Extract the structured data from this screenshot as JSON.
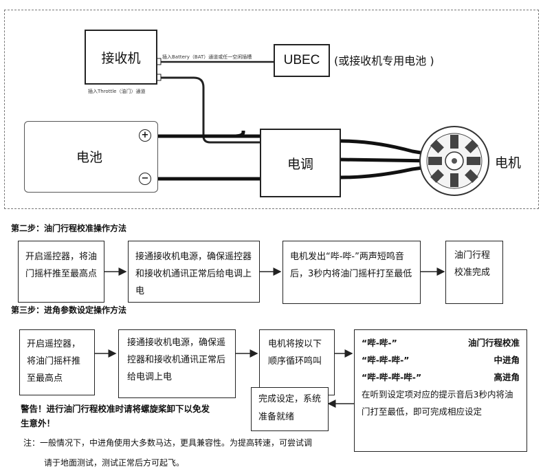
{
  "wiring": {
    "receiver": "接收机",
    "battery_label": "电池",
    "esc": "电调",
    "motor": "电机",
    "ubec": "UBEC",
    "ubec_note": "(或接收机专用电池 )",
    "plus": "+",
    "minus": "−",
    "battery_port_note": "插入Battery（BAT）通道或任一空闲插槽",
    "throttle_port_note": "插入Throttle（油门）通道"
  },
  "step2": {
    "title": "第二步：油门行程校准操作方法",
    "boxes": [
      "开启遥控器，将油门摇杆推至最高点",
      "接通接收机电源，确保遥控器和接收机通讯正常后给电调上电",
      "电机发出“哔-哔-”两声短鸣音后，3秒内将油门摇杆打至最低",
      "油门行程校准完成"
    ]
  },
  "step3": {
    "title": "第三步：进角参数设定操作方法",
    "box1": "开启遥控器，将油门摇杆推至最高点",
    "box2": "接通接收机电源，确保遥控器和接收机通讯正常后给电调上电",
    "box3": "电机将按以下顺序循环鸣叫",
    "tones": [
      {
        "sound": "“哔-哔-”",
        "meaning": "油门行程校准"
      },
      {
        "sound": "“哔-哔-哔-”",
        "meaning": "中进角"
      },
      {
        "sound": "“哔-哔-哔-哔-”",
        "meaning": "高进角"
      }
    ],
    "tone_instruction": "在听到设定项对应的提示音后3秒内将油门打至最低，即可完成相应设定",
    "finish": "完成设定，系统准备就绪"
  },
  "warning": "警告！进行油门行程校准时请将螺旋桨卸下以免发生意外！",
  "note_line1": "注：一般情况下，中进角使用大多数马达，更具兼容性。为提高转速，可尝试调",
  "note_line2": "请于地面测试，测试正常后方可起飞。"
}
